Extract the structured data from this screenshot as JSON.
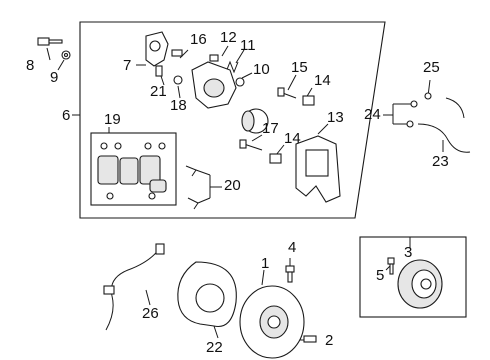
{
  "callouts": [
    {
      "key": "c1",
      "text": "1"
    },
    {
      "key": "c2",
      "text": "2"
    },
    {
      "key": "c3",
      "text": "3"
    },
    {
      "key": "c4",
      "text": "4"
    },
    {
      "key": "c5",
      "text": "5"
    },
    {
      "key": "c6",
      "text": "6"
    },
    {
      "key": "c7",
      "text": "7"
    },
    {
      "key": "c8",
      "text": "8"
    },
    {
      "key": "c9",
      "text": "9"
    },
    {
      "key": "c10",
      "text": "10"
    },
    {
      "key": "c11",
      "text": "11"
    },
    {
      "key": "c12",
      "text": "12"
    },
    {
      "key": "c13",
      "text": "13"
    },
    {
      "key": "c14a",
      "text": "14"
    },
    {
      "key": "c14b",
      "text": "14"
    },
    {
      "key": "c15",
      "text": "15"
    },
    {
      "key": "c16",
      "text": "16"
    },
    {
      "key": "c17",
      "text": "17"
    },
    {
      "key": "c18",
      "text": "18"
    },
    {
      "key": "c19",
      "text": "19"
    },
    {
      "key": "c20",
      "text": "20"
    },
    {
      "key": "c21",
      "text": "21"
    },
    {
      "key": "c22",
      "text": "22"
    },
    {
      "key": "c23",
      "text": "23"
    },
    {
      "key": "c24",
      "text": "24"
    },
    {
      "key": "c25",
      "text": "25"
    },
    {
      "key": "c26",
      "text": "26"
    }
  ]
}
